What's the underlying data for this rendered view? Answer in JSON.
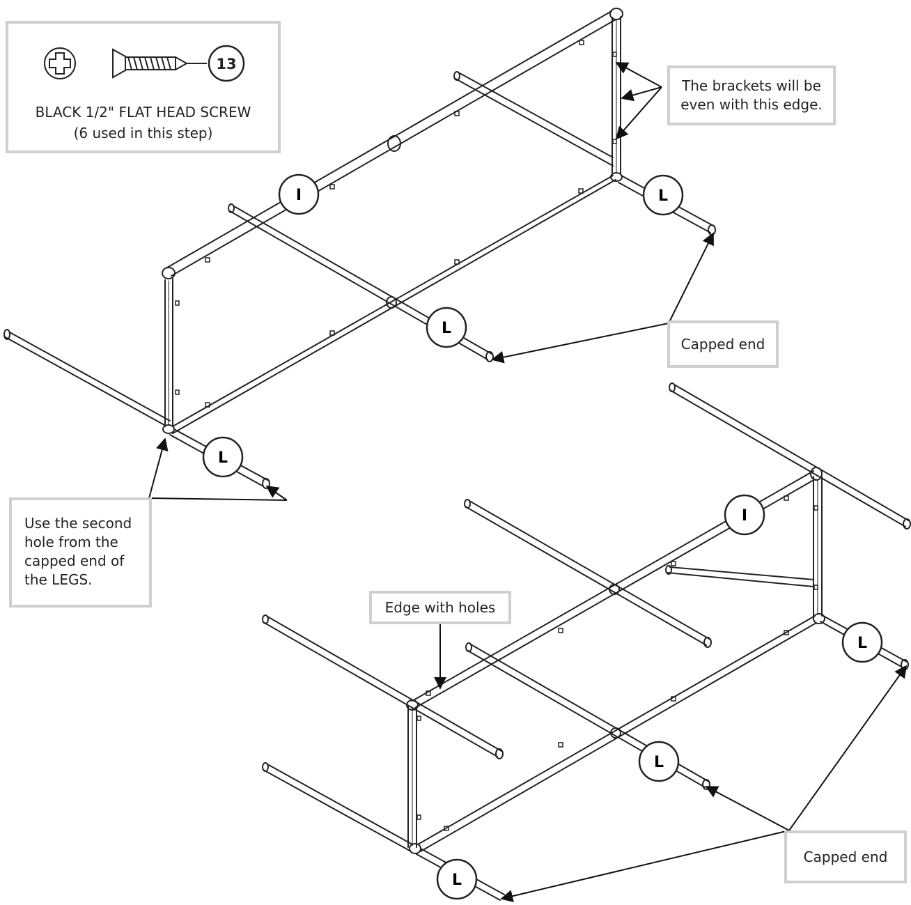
{
  "hardware": {
    "number": "13",
    "name": "BLACK 1/2\" FLAT HEAD SCREW",
    "usage": "(6 used in this step)",
    "head_icon": "phillips-head-icon",
    "screw_icon": "flat-head-screw-icon"
  },
  "callouts": {
    "brackets": [
      "The brackets will be",
      "even with this edge."
    ],
    "capped_top": "Capped end",
    "second_hole": [
      "Use the second",
      "hole from the",
      "capped end of",
      "the LEGS."
    ],
    "edge_holes": "Edge with holes",
    "capped_bottom": "Capped end"
  },
  "part_labels": {
    "I1": "I",
    "L1": "L",
    "L2": "L",
    "L3": "L",
    "I2": "I",
    "L4": "L",
    "L5": "L",
    "L6": "L"
  },
  "colors": {
    "line": "#222222",
    "callout_border": "#cfcfcf"
  }
}
